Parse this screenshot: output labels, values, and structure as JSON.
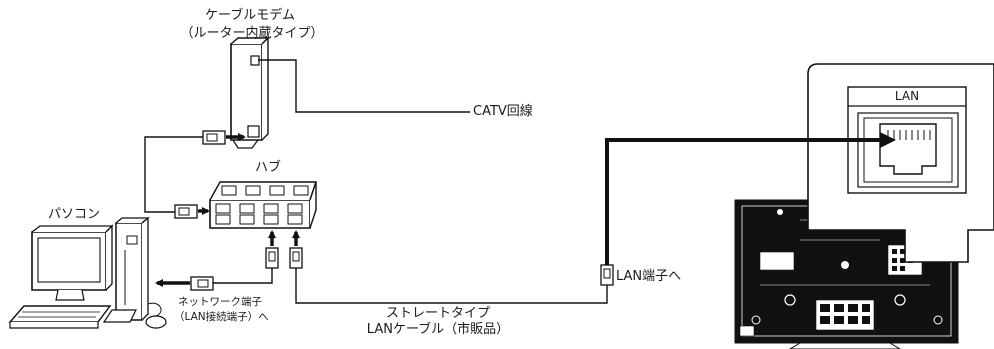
{
  "labels": {
    "modem_line1": "ケーブルモデム",
    "modem_line2": "（ルーター内蔵タイプ）",
    "catv": "CATV回線",
    "hub": "ハブ",
    "pc": "パソコン",
    "network_port_line1": "ネットワーク端子",
    "network_port_line2": "（LAN接続端子）へ",
    "cable_line1": "ストレートタイプ",
    "cable_line2": "LANケーブル（市販品）",
    "lan_port": "LAN端子へ",
    "tv_lan": "LAN"
  }
}
